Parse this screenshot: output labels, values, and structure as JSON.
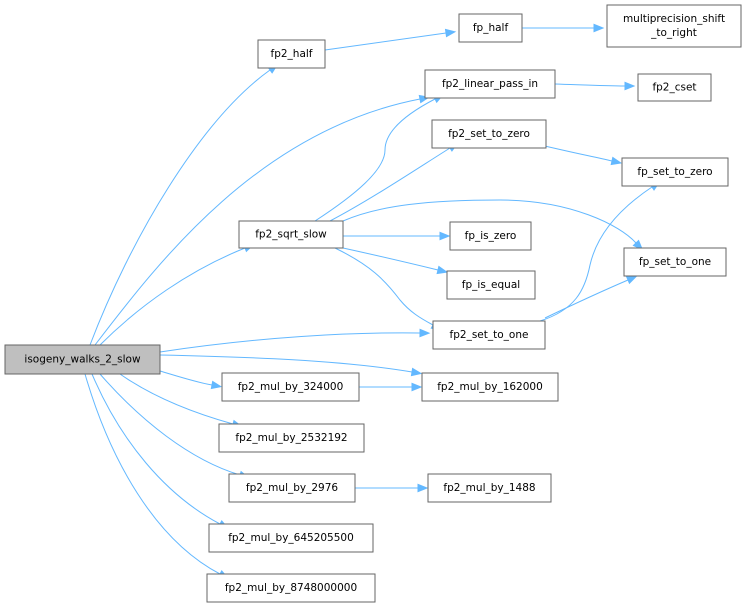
{
  "graph": {
    "nodes": [
      {
        "id": "root",
        "label": "isogeny_walks_2_slow"
      },
      {
        "id": "fp2_half",
        "label": "fp2_half"
      },
      {
        "id": "fp_half",
        "label": "fp_half"
      },
      {
        "id": "mp_shift",
        "lines": [
          "multiprecision_shift",
          "_to_right"
        ]
      },
      {
        "id": "fp2_linear_pass_in",
        "label": "fp2_linear_pass_in"
      },
      {
        "id": "fp2_cset",
        "label": "fp2_cset"
      },
      {
        "id": "fp2_set_to_zero",
        "label": "fp2_set_to_zero"
      },
      {
        "id": "fp_set_to_zero",
        "label": "fp_set_to_zero"
      },
      {
        "id": "fp2_sqrt_slow",
        "label": "fp2_sqrt_slow"
      },
      {
        "id": "fp_is_zero",
        "label": "fp_is_zero"
      },
      {
        "id": "fp_set_to_one",
        "label": "fp_set_to_one"
      },
      {
        "id": "fp_is_equal",
        "label": "fp_is_equal"
      },
      {
        "id": "fp2_set_to_one",
        "label": "fp2_set_to_one"
      },
      {
        "id": "fp2_mul_by_324000",
        "label": "fp2_mul_by_324000"
      },
      {
        "id": "fp2_mul_by_162000",
        "label": "fp2_mul_by_162000"
      },
      {
        "id": "fp2_mul_by_2532192",
        "label": "fp2_mul_by_2532192"
      },
      {
        "id": "fp2_mul_by_2976",
        "label": "fp2_mul_by_2976"
      },
      {
        "id": "fp2_mul_by_1488",
        "label": "fp2_mul_by_1488"
      },
      {
        "id": "fp2_mul_by_645205500",
        "label": "fp2_mul_by_645205500"
      },
      {
        "id": "fp2_mul_by_8748000000",
        "label": "fp2_mul_by_8748000000"
      }
    ],
    "edges": [
      {
        "from": "root",
        "to": "fp2_half"
      },
      {
        "from": "fp2_half",
        "to": "fp_half"
      },
      {
        "from": "fp_half",
        "to": "mp_shift"
      },
      {
        "from": "root",
        "to": "fp2_linear_pass_in"
      },
      {
        "from": "fp2_linear_pass_in",
        "to": "fp2_cset"
      },
      {
        "from": "fp2_set_to_zero",
        "to": "fp_set_to_zero"
      },
      {
        "from": "root",
        "to": "fp2_sqrt_slow"
      },
      {
        "from": "fp2_sqrt_slow",
        "to": "fp2_linear_pass_in"
      },
      {
        "from": "fp2_sqrt_slow",
        "to": "fp2_set_to_zero"
      },
      {
        "from": "fp2_sqrt_slow",
        "to": "fp_is_zero"
      },
      {
        "from": "fp2_sqrt_slow",
        "to": "fp_set_to_one"
      },
      {
        "from": "fp2_sqrt_slow",
        "to": "fp_is_equal"
      },
      {
        "from": "fp2_sqrt_slow",
        "to": "fp2_set_to_one"
      },
      {
        "from": "fp2_set_to_one",
        "to": "fp_set_to_zero"
      },
      {
        "from": "fp2_set_to_one",
        "to": "fp_set_to_one"
      },
      {
        "from": "root",
        "to": "fp2_set_to_one"
      },
      {
        "from": "root",
        "to": "fp2_mul_by_162000"
      },
      {
        "from": "root",
        "to": "fp2_mul_by_324000"
      },
      {
        "from": "fp2_mul_by_324000",
        "to": "fp2_mul_by_162000"
      },
      {
        "from": "root",
        "to": "fp2_mul_by_2532192"
      },
      {
        "from": "root",
        "to": "fp2_mul_by_2976"
      },
      {
        "from": "fp2_mul_by_2976",
        "to": "fp2_mul_by_1488"
      },
      {
        "from": "root",
        "to": "fp2_mul_by_645205500"
      },
      {
        "from": "root",
        "to": "fp2_mul_by_8748000000"
      }
    ]
  },
  "colors": {
    "edge": "#63b8ff",
    "node_border": "#666666",
    "root_fill": "#bfbfbf",
    "node_fill": "#ffffff"
  }
}
